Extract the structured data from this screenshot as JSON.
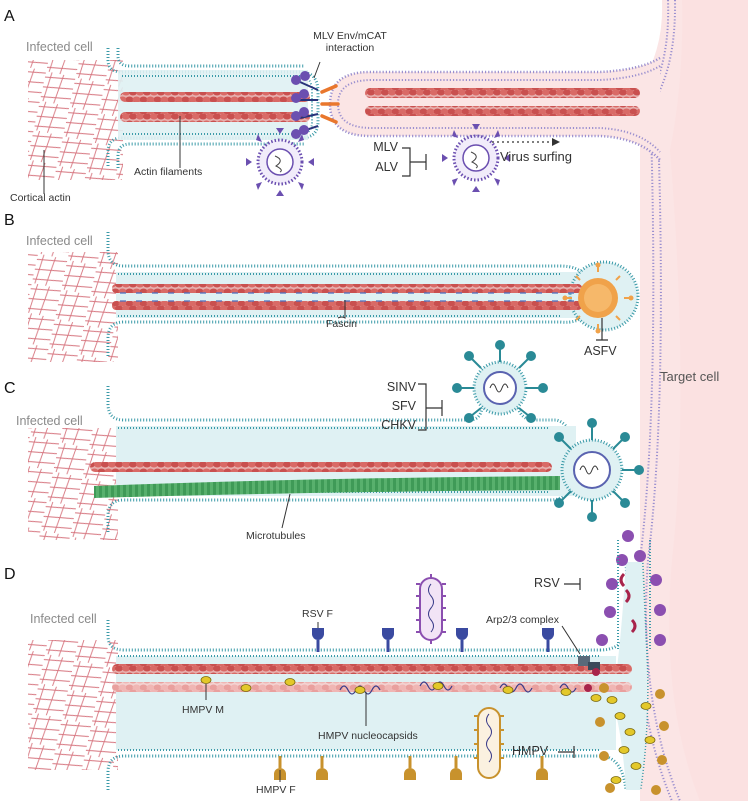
{
  "panels": {
    "a": {
      "letter": "A",
      "cell_label": "Infected cell",
      "interaction_label_1": "MLV Env/mCAT",
      "interaction_label_2": "interaction",
      "actin_label": "Actin filaments",
      "cortical_label": "Cortical actin",
      "virus_1": "MLV",
      "virus_2": "ALV",
      "surfing_label": "Virus surfing"
    },
    "b": {
      "letter": "B",
      "cell_label": "Infected cell",
      "fascin_label": "Fascin",
      "virus_label": "ASFV"
    },
    "c": {
      "letter": "C",
      "cell_label": "Infected cell",
      "virus_1": "SINV",
      "virus_2": "SFV",
      "virus_3": "CHKV",
      "microtubule_label": "Microtubules"
    },
    "d": {
      "letter": "D",
      "cell_label": "Infected cell",
      "rsvf_label": "RSV F",
      "rsv_label": "RSV",
      "arp_label": "Arp2/3 complex",
      "hmpvm_label": "HMPV M",
      "hmpvf_label": "HMPV F",
      "nucleo_label": "HMPV nucleocapsids",
      "hmpv_label": "HMPV"
    }
  },
  "target_cell_label": "Target cell",
  "colors": {
    "membrane_fill": "#dff1f3",
    "membrane_dots": "#3a9aa8",
    "actin": "#c9504f",
    "actin_light": "#e8a3a2",
    "microtubule": "#3f9a57",
    "target_fill": "#fbe5e5",
    "target_membrane": "#9a8fcf",
    "mlv_virus": "#6b4fb0",
    "asfv_virus": "#f0a24a",
    "alphavirus": "#2a8a96",
    "rsv_purple": "#8b4fb0",
    "rsv_red": "#a8244b",
    "hmpv_yellow": "#e3c82a",
    "hmpv_gold": "#c8922d"
  }
}
